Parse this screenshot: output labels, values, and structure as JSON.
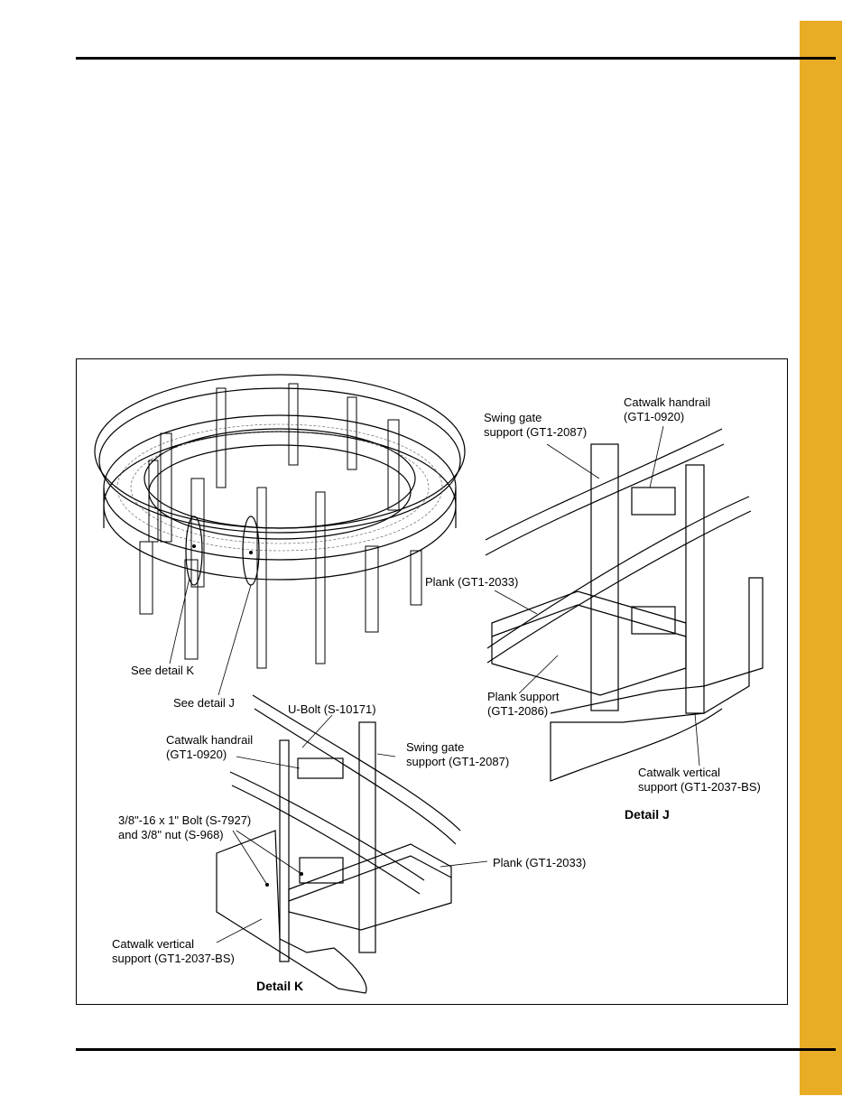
{
  "side_tab_color": "#e8ac25",
  "figure": {
    "overview_callouts": {
      "see_detail_k": "See detail K",
      "see_detail_j": "See detail J"
    },
    "detail_j": {
      "title": "Detail J",
      "swing_gate_support": [
        "Swing gate",
        "support (GT1-2087)"
      ],
      "catwalk_handrail": [
        "Catwalk handrail",
        "(GT1-0920)"
      ],
      "plank": "Plank (GT1-2033)",
      "plank_support": [
        "Plank support",
        "(GT1-2086)"
      ],
      "catwalk_vertical_support": [
        "Catwalk vertical",
        "support (GT1-2037-BS)"
      ]
    },
    "detail_k": {
      "title": "Detail K",
      "u_bolt": "U-Bolt (S-10171)",
      "catwalk_handrail": [
        "Catwalk handrail",
        "(GT1-0920)"
      ],
      "swing_gate_support": [
        "Swing gate",
        "support (GT1-2087)"
      ],
      "bolt_and_nut": [
        "3/8\"-16 x 1\" Bolt (S-7927)",
        "and 3/8\" nut (S-968)"
      ],
      "plank": "Plank (GT1-2033)",
      "catwalk_vertical_support": [
        "Catwalk vertical",
        "support (GT1-2037-BS)"
      ]
    }
  }
}
